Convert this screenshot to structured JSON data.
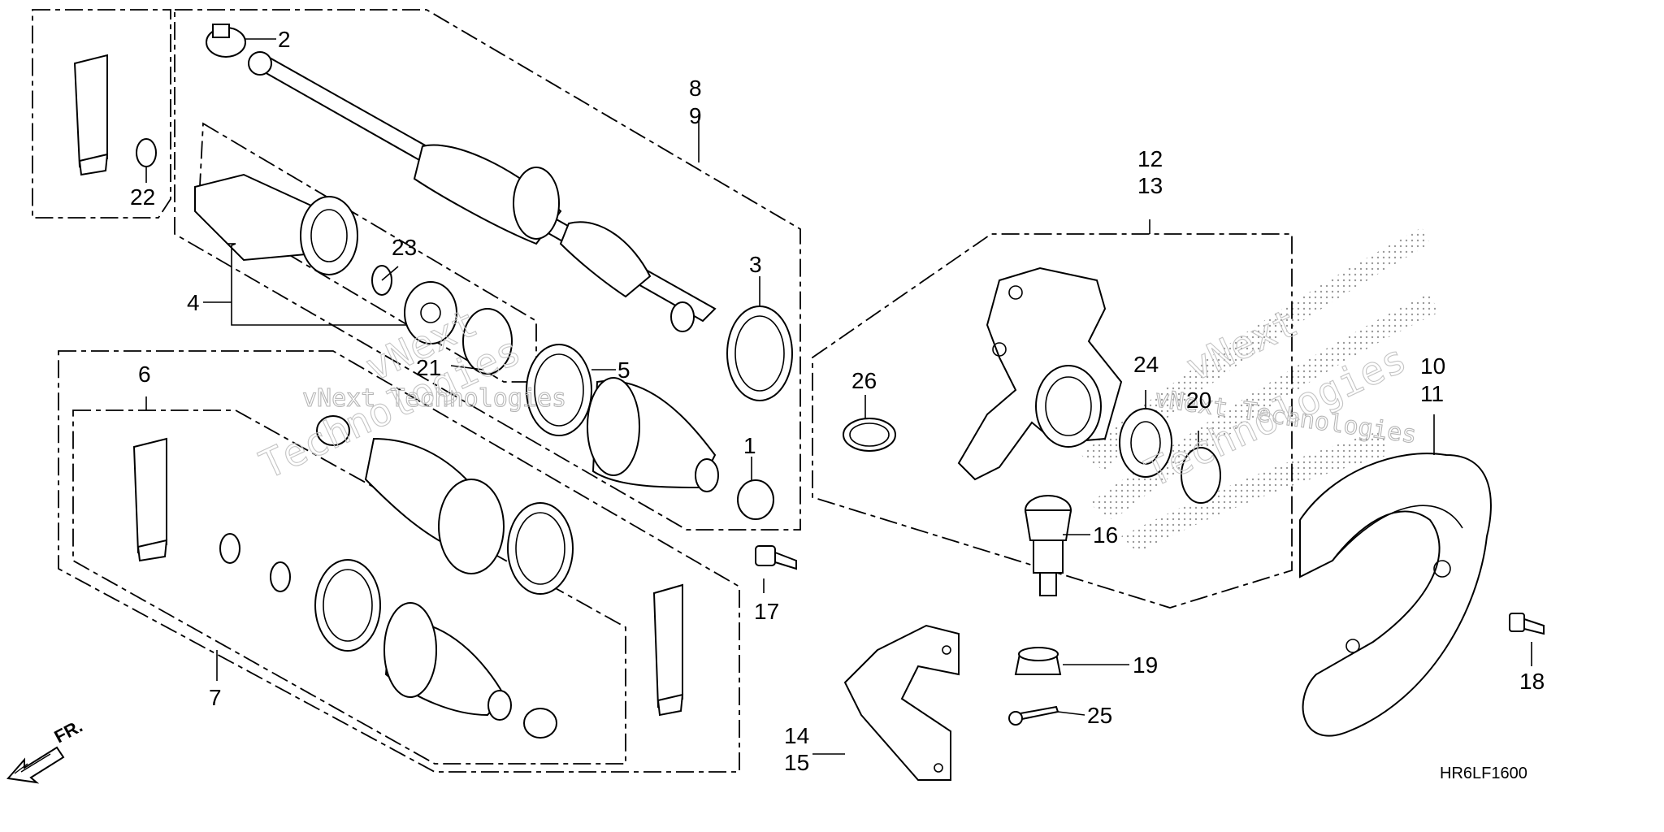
{
  "callouts": [
    {
      "id": "c1",
      "text": "1"
    },
    {
      "id": "c2",
      "text": "2"
    },
    {
      "id": "c3",
      "text": "3"
    },
    {
      "id": "c4",
      "text": "4"
    },
    {
      "id": "c5",
      "text": "5"
    },
    {
      "id": "c6",
      "text": "6"
    },
    {
      "id": "c7",
      "text": "7"
    },
    {
      "id": "c8",
      "text": "8"
    },
    {
      "id": "c9",
      "text": "9"
    },
    {
      "id": "c10",
      "text": "10"
    },
    {
      "id": "c11",
      "text": "11"
    },
    {
      "id": "c12",
      "text": "12"
    },
    {
      "id": "c13",
      "text": "13"
    },
    {
      "id": "c14",
      "text": "14"
    },
    {
      "id": "c15",
      "text": "15"
    },
    {
      "id": "c16",
      "text": "16"
    },
    {
      "id": "c17",
      "text": "17"
    },
    {
      "id": "c18",
      "text": "18"
    },
    {
      "id": "c19",
      "text": "19"
    },
    {
      "id": "c20",
      "text": "20"
    },
    {
      "id": "c21",
      "text": "21"
    },
    {
      "id": "c22",
      "text": "22"
    },
    {
      "id": "c23",
      "text": "23"
    },
    {
      "id": "c24",
      "text": "24"
    },
    {
      "id": "c25",
      "text": "25"
    },
    {
      "id": "c26",
      "text": "26"
    }
  ],
  "diagram_code": "HR6LF1600",
  "direction_label": "FR.",
  "watermark": {
    "line1": "vNext Technologies",
    "line2": "vNext",
    "line3": "Technologies"
  }
}
